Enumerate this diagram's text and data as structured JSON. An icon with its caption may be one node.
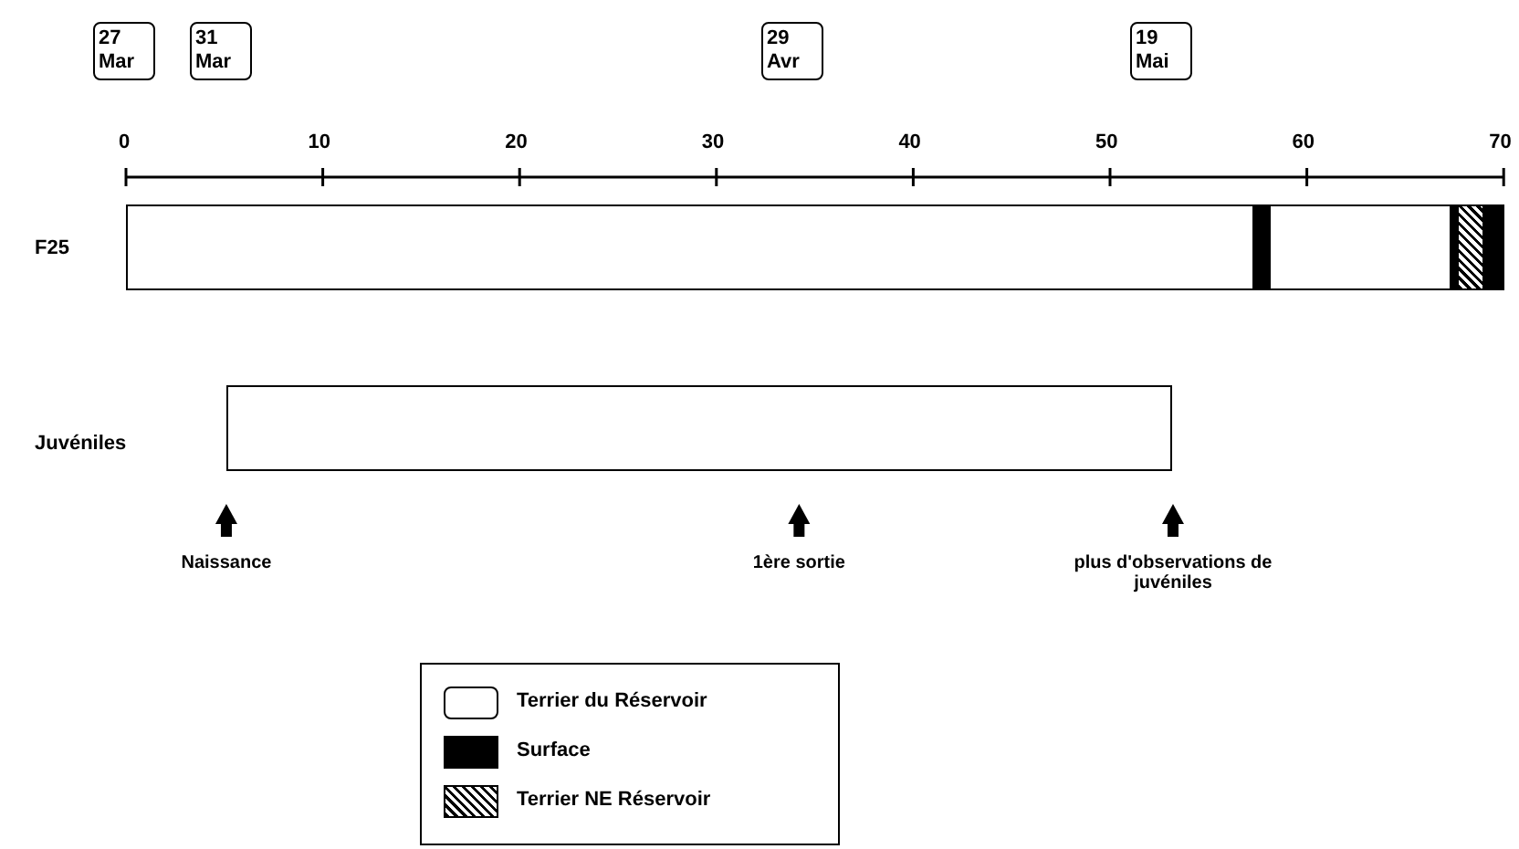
{
  "diagram": {
    "nodes": [
      {
        "text": [
          "27 Mar"
        ]
      },
      {
        "text": [
          "31 Mar"
        ]
      },
      {
        "text": [
          "29 Avr"
        ]
      },
      {
        "text": [
          "19 Mai"
        ]
      },
      {
        "text": [
          "F25"
        ]
      },
      {
        "text": [
          "Juvéniles"
        ]
      }
    ],
    "edges": [],
    "labels": [
      "0",
      "10",
      "20",
      "30",
      "40",
      "50",
      "60",
      "70",
      "Naissance",
      "1ère sortie",
      "plus d'observations de juvéniles"
    ],
    "legend": [
      {
        "text": "Terrier du Réservoir",
        "color": "#ffffff"
      },
      {
        "text": "Surface",
        "color": "#000000"
      },
      {
        "text": "Terrier NE Réservoir"
      }
    ]
  }
}
